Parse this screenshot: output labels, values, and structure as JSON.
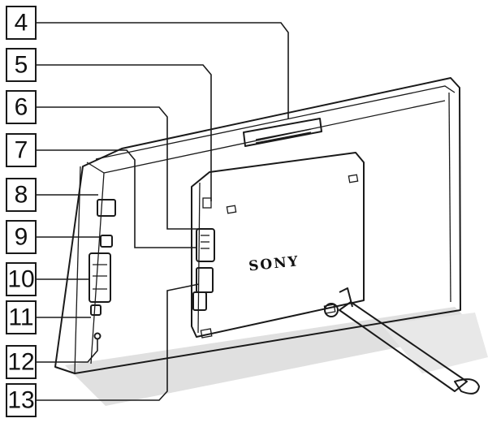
{
  "brand_label": "SONY",
  "callouts": [
    {
      "number": "4"
    },
    {
      "number": "5"
    },
    {
      "number": "6"
    },
    {
      "number": "7"
    },
    {
      "number": "8"
    },
    {
      "number": "9"
    },
    {
      "number": "10"
    },
    {
      "number": "11"
    },
    {
      "number": "12"
    },
    {
      "number": "13"
    }
  ]
}
